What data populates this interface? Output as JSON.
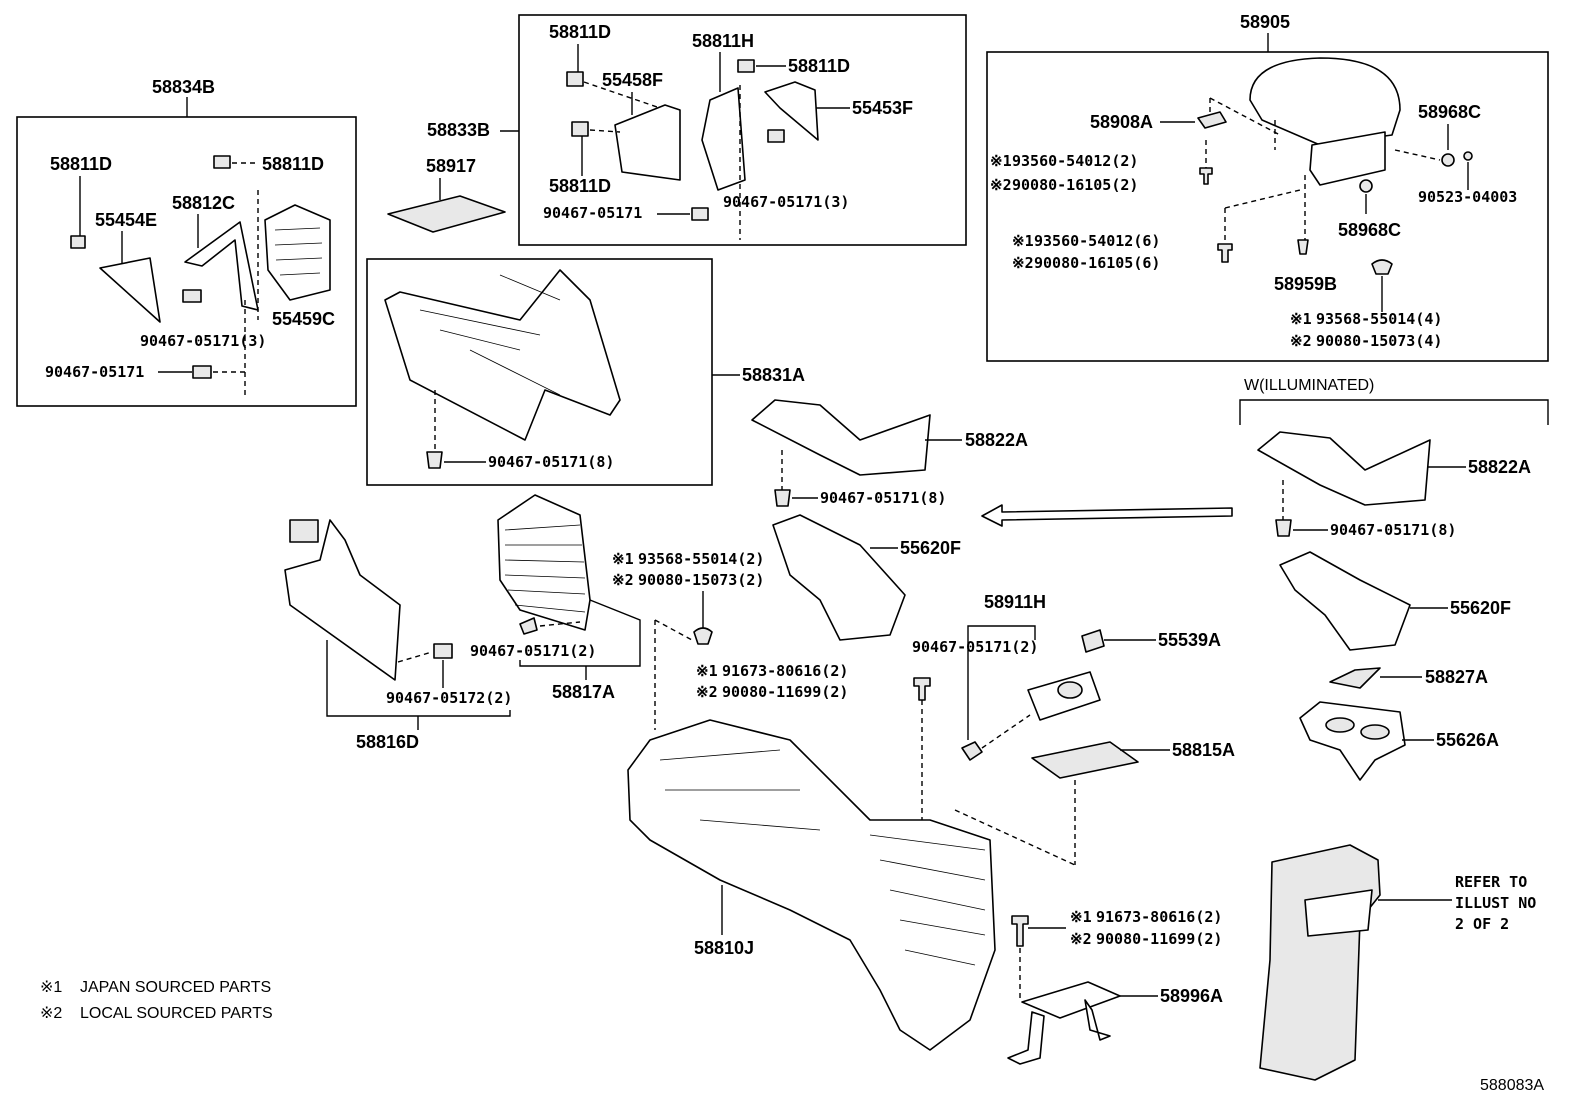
{
  "diagram": {
    "drawing_number": "588083A",
    "footnotes": [
      {
        "mark": "※1",
        "text": "JAPAN SOURCED PARTS"
      },
      {
        "mark": "※2",
        "text": "LOCAL SOURCED PARTS"
      }
    ],
    "groups": {
      "g58834B": "58834B",
      "g58833B": "58833B",
      "g58905": "58905",
      "g58831A": "58831A",
      "g58816D": "58816D",
      "g58817A": "58817A",
      "g58911H": "58911H",
      "illuminated": "W(ILLUMINATED)"
    },
    "labels": {
      "l58811D_a": "58811D",
      "l58811D_b": "58811D",
      "l58811D_c": "58811D",
      "l58811D_d": "58811D",
      "l58811D_e": "58811D",
      "l55454E": "55454E",
      "l58812C": "58812C",
      "l55459C": "55459C",
      "l90467_3a": "90467-05171(3)",
      "l90467_a": "90467-05171",
      "l58917": "58917",
      "l55458F": "55458F",
      "l58811H": "58811H",
      "l55453F": "55453F",
      "l90467_b": "90467-05171",
      "l90467_3b": "90467-05171(3)",
      "l58908A": "58908A",
      "l58968C_a": "58968C",
      "l58968C_b": "58968C",
      "l90523": "90523-04003",
      "l58959B": "58959B",
      "s1_93560_2": "93560-54012(2)",
      "s2_90080_2": "90080-16105(2)",
      "s1_93560_6": "93560-54012(6)",
      "s2_90080_6": "90080-16105(6)",
      "s1_93568_4": "93568-55014(4)",
      "s2_90080_4": "90080-15073(4)",
      "l90467_8a": "90467-05171(8)",
      "l58822A_a": "58822A",
      "l90467_8b": "90467-05171(8)",
      "l55620F_a": "55620F",
      "l58822A_b": "58822A",
      "l90467_8c": "90467-05171(8)",
      "l55620F_b": "55620F",
      "l58827A": "58827A",
      "l55626A": "55626A",
      "s1_93568_2": "93568-55014(2)",
      "s2_90080_15073_2": "90080-15073(2)",
      "s1_91673_a": "91673-80616(2)",
      "s2_90080_11699_a": "90080-11699(2)",
      "l90467_2": "90467-05171(2)",
      "l90467_05172": "90467-05172(2)",
      "l90467_2b": "90467-05171(2)",
      "l55539A": "55539A",
      "l58815A": "58815A",
      "l58810J": "58810J",
      "s1_91673_b": "91673-80616(2)",
      "s2_90080_11699_b": "90080-11699(2)",
      "l58996A": "58996A",
      "refer": [
        "REFER TO",
        "ILLUST NO",
        "2 OF 2"
      ]
    },
    "marks": {
      "m1": "※1",
      "m2": "※2"
    }
  }
}
